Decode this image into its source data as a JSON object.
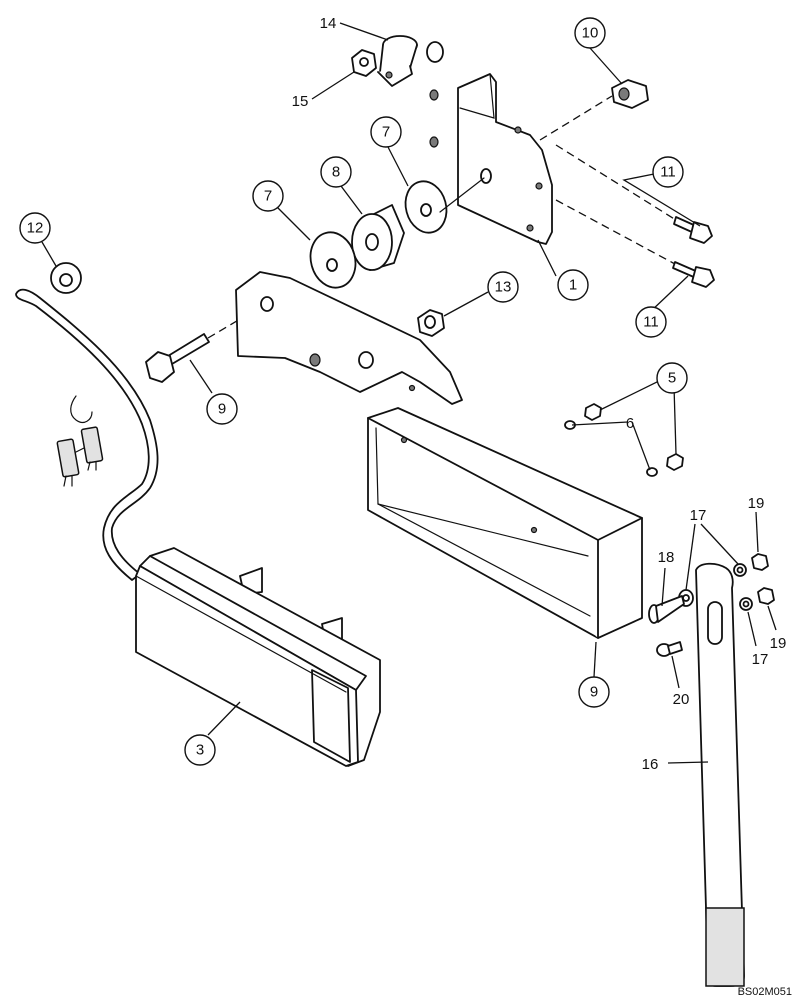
{
  "callouts": {
    "c1": "1",
    "c3": "3",
    "c5": "5",
    "c6": "6",
    "c7a": "7",
    "c7b": "7",
    "c8": "8",
    "c9a": "9",
    "c9b": "9",
    "c10": "10",
    "c11a": "11",
    "c11b": "11",
    "c12": "12",
    "c13": "13",
    "c14": "14",
    "c15": "15",
    "c16": "16",
    "c17a": "17",
    "c17b": "17",
    "c18": "18",
    "c19a": "19",
    "c19b": "19",
    "c20": "20"
  },
  "drawing_code": "BS02M051"
}
